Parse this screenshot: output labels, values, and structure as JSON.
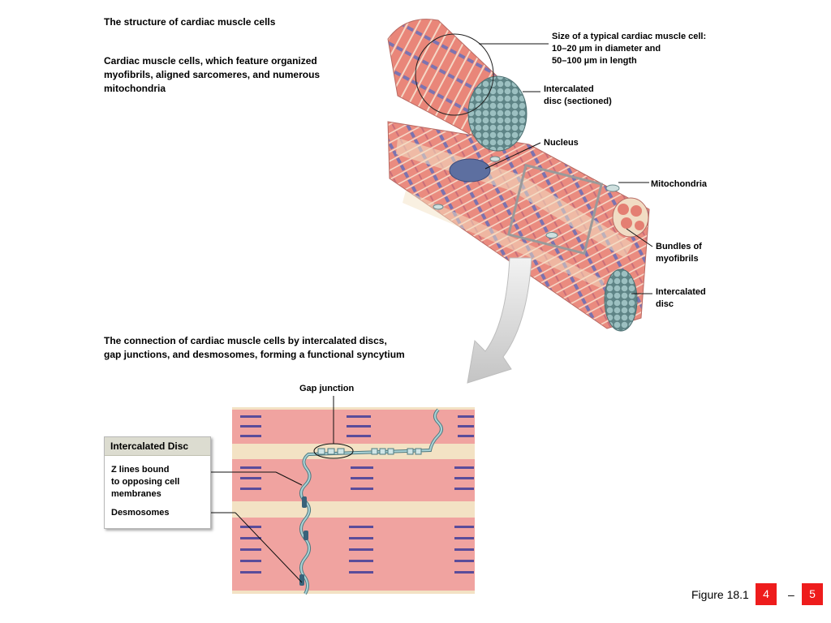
{
  "titles": {
    "structure": "The structure of cardiac muscle cells",
    "description": "Cardiac muscle cells, which feature organized\nmyofibrils, aligned sarcomeres, and numerous\nmitochondria",
    "connection": "The connection of cardiac muscle cells by intercalated discs,\ngap junctions, and desmosomes, forming a functional syncytium"
  },
  "labels": {
    "size": "Size of a typical cardiac muscle cell:\n10–20 µm in diameter and\n50–100 µm in length",
    "intercalated_sectioned": "Intercalated\ndisc (sectioned)",
    "nucleus": "Nucleus",
    "mitochondria": "Mitochondria",
    "bundles": "Bundles of\nmyofibrils",
    "intercalated_disc": "Intercalated\ndisc",
    "gap_junction": "Gap junction"
  },
  "legend": {
    "title": "Intercalated Disc",
    "z_lines": "Z lines bound\nto opposing cell\nmembranes",
    "desmosomes": "Desmosomes"
  },
  "footer": {
    "figure": "Figure 18.1",
    "from": "4",
    "dash": "–",
    "to": "5"
  },
  "colors": {
    "muscle": "#e8857a",
    "band": "#6f6fae",
    "disc": "#86aeb0",
    "cytoplasm": "#f3e2c4",
    "accent": "#ee1c1c"
  }
}
